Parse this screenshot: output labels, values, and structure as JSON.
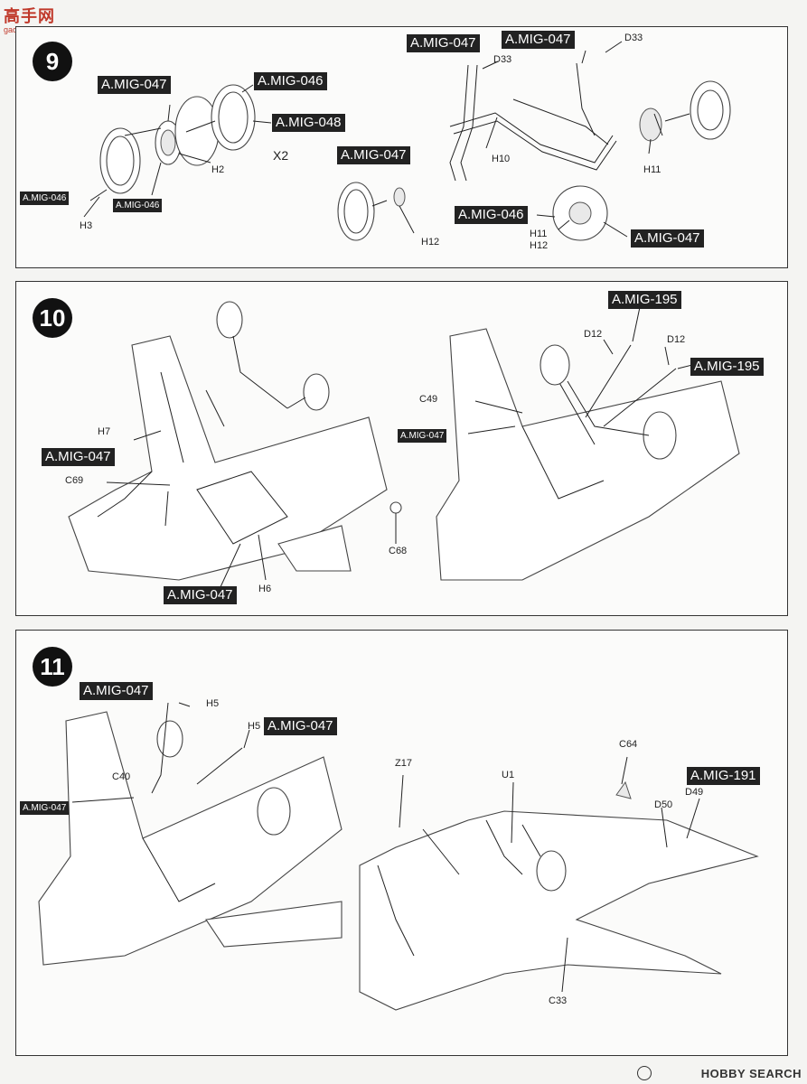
{
  "watermark": {
    "title": "高手网",
    "subtitle": "gao-shou.com"
  },
  "steps": [
    {
      "number": "9",
      "callouts": [
        "A.MIG-047",
        "A.MIG-046",
        "A.MIG-048",
        "A.MIG-046",
        "A.MIG-046",
        "A.MIG-047",
        "A.MIG-047",
        "A.MIG-047",
        "A.MIG-046",
        "A.MIG-047"
      ],
      "parts": [
        "H2",
        "H3",
        "X2",
        "H12",
        "D33",
        "D33",
        "H10",
        "H11",
        "H11",
        "H12"
      ]
    },
    {
      "number": "10",
      "callouts": [
        "A.MIG-047",
        "A.MIG-047",
        "A.MIG-195",
        "A.MIG-195",
        "A.MIG-047"
      ],
      "parts": [
        "H7",
        "C69",
        "H6",
        "C68",
        "D12",
        "D12",
        "C49"
      ]
    },
    {
      "number": "11",
      "callouts": [
        "A.MIG-047",
        "A.MIG-047",
        "A.MIG-047",
        "A.MIG-191"
      ],
      "parts": [
        "H5",
        "H5",
        "C40",
        "Z17",
        "U1",
        "C64",
        "D49",
        "D50",
        "C33"
      ]
    }
  ],
  "footer": {
    "brand": "HOBBY SEARCH"
  }
}
